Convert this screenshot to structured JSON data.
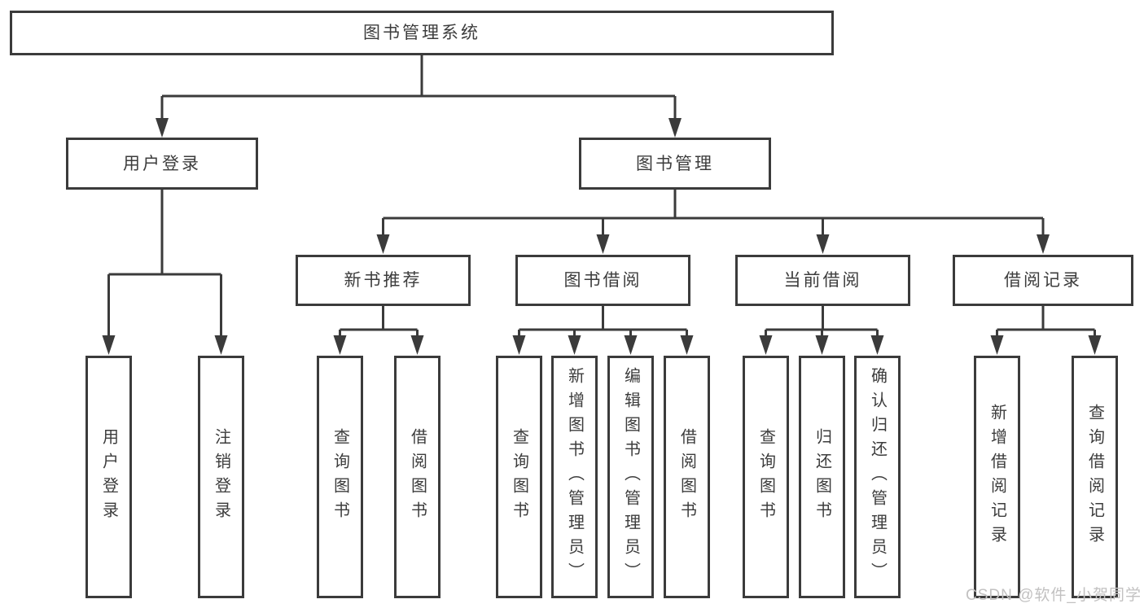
{
  "diagram": {
    "root": {
      "label": "图书管理系统"
    },
    "branches": [
      {
        "label": "用户登录",
        "children": [
          {
            "label": "用户登录"
          },
          {
            "label": "注销登录"
          }
        ]
      },
      {
        "label": "图书管理",
        "sections": [
          {
            "label": "新书推荐",
            "children": [
              {
                "label": "查询图书"
              },
              {
                "label": "借阅图书"
              }
            ]
          },
          {
            "label": "图书借阅",
            "children": [
              {
                "label": "查询图书"
              },
              {
                "label": "新增图书（管理员）"
              },
              {
                "label": "编辑图书（管理员）"
              },
              {
                "label": "借阅图书"
              }
            ]
          },
          {
            "label": "当前借阅",
            "children": [
              {
                "label": "查询图书"
              },
              {
                "label": "归还图书"
              },
              {
                "label": "确认归还（管理员）"
              }
            ]
          },
          {
            "label": "借阅记录",
            "children": [
              {
                "label": "新增借阅记录"
              },
              {
                "label": "查询借阅记录"
              }
            ]
          }
        ]
      }
    ]
  },
  "watermark": {
    "text": "CSDN @软件_小贺同学"
  },
  "colors": {
    "line": "#3b3b3b",
    "box_border": "#3b3b3b",
    "box_background": "#ffffff",
    "text": "#3c3c3c",
    "watermark": "#c2c1c1",
    "page_background": "#ffffff"
  }
}
